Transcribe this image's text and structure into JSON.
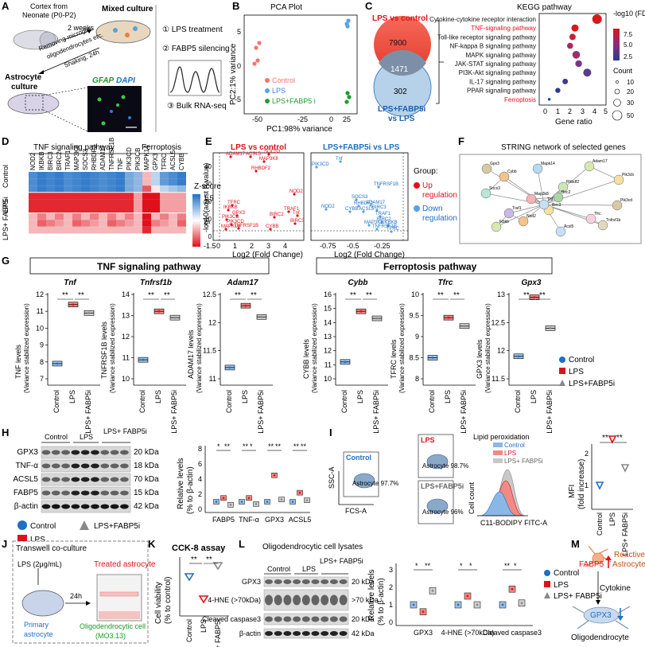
{
  "panels": {
    "A": "A",
    "B": "B",
    "C": "C",
    "D": "D",
    "E": "E",
    "F": "F",
    "G": "G",
    "H": "H",
    "I": "I",
    "J": "J",
    "K": "K",
    "L": "L",
    "M": "M"
  },
  "A": {
    "source": "Cortex from",
    "source2": "Neonate (P0-P2)",
    "time": "2 weeks",
    "mixed": "Mixed culture",
    "removing": "Removing microglia,",
    "removing2": "oligodendrocytes etc.",
    "shaking": "Shaking, 24h",
    "astro": "Astrocyte",
    "astro2": "culture",
    "gfap": "GFAP",
    "dapi": "DAPI",
    "step1": "① LPS treatment",
    "step2": "② FABP5 silencing",
    "step3": "③ Bulk RNA-seq"
  },
  "B": {
    "title": "PCA Plot",
    "xlabel": "PC1:98% variance",
    "ylabel": "PC2:1% variance",
    "legend": [
      "Control",
      "LPS",
      "LPS+FABP5 i"
    ]
  },
  "C": {
    "venn_top": "LPS vs control",
    "venn_bottom": "LPS+FABP5i",
    "venn_bottom2": "vs LPS",
    "n_top": "7900",
    "n_overlap": "1471",
    "n_bottom": "302",
    "title": "KEGG pathway",
    "xlabel": "Gene ratio",
    "legend_fdr": "-log10 (FDR)",
    "legend_count": "Count"
  },
  "D": {
    "header1": "TNF signaling pathway",
    "header2": "Ferroptosis",
    "genes": [
      "NOD2",
      "IKBKB",
      "BIRC3",
      "BIRC2",
      "TRAF1",
      "MAP3K8",
      "SOCS3",
      "RHBDF2",
      "ADAM17",
      "TNFRSF1B",
      "TNF",
      "PIK3CD",
      "PIK3CB",
      "MAPK14",
      "GPX3",
      "TFRC",
      "ACSL5",
      "CYBB"
    ],
    "groups": [
      "Control",
      "LPS",
      "LPS+ FABP5i"
    ],
    "legend_title": "Z-score",
    "legend_ticks": [
      "1.5",
      "2",
      "-1.5"
    ]
  },
  "E": {
    "title1": "LPS vs control",
    "title2": "LPS+FABP5i vs LPS",
    "ylabel": "-log10(adjust P value)",
    "xlabel": "Log2 (Fold Change)",
    "group_title": "Group:",
    "up": "Up",
    "up2": "regulation",
    "down": "Down",
    "down2": "regulation",
    "labels1": [
      "SOCS3",
      "ADAM17",
      "ACSL5",
      "MAP3K8",
      "RHBDF2",
      "TFRC",
      "IKBKB",
      "GPX3",
      "PIK3CB",
      "PIK3CD",
      "BIRC2",
      "TRAF1",
      "NOD2",
      "Tnf",
      "BIRC3",
      "MAPK14",
      "TNFRSF1B",
      "CYBB"
    ],
    "labels2": [
      "Tnf",
      "PIK3CD",
      "TNFRSF1B",
      "SOCS3",
      "RHBDF2",
      "NOD2",
      "ADAM17",
      "CYBB",
      "ACSL5",
      "BIRC3",
      "TRAF1",
      "BIRC2",
      "MAP3K8",
      "IKBKB",
      "TNFRSF1B",
      "TFRC"
    ],
    "ticks1x": [
      "0",
      "1",
      "2",
      "3",
      "4"
    ],
    "ticks2x": [
      "-0.75",
      "-0.5",
      "-0.25"
    ],
    "ticksy": [
      "0",
      "10",
      "20",
      "30",
      "40"
    ]
  },
  "F": {
    "title": "STRING network of selected genes",
    "nodes": [
      "Gpx3",
      "Mapk14",
      "Cybb",
      "Adam17",
      "Rhbdf2",
      "Birc2",
      "Map3k8",
      "Birc3",
      "Tnf",
      "Nod2",
      "Traf1",
      "Ikbkb",
      "Socs3",
      "Tfrc",
      "Pik3cd",
      "Pik3cb",
      "Acsl5",
      "Tnfrsf1b"
    ]
  },
  "G": {
    "header1": "TNF signaling pathway",
    "header2": "Ferroptosis pathway",
    "charts": [
      {
        "title": "Tnf",
        "ylabel": "TNF levels",
        "ticks": [
          "7",
          "8",
          "9",
          "10",
          "11",
          "12"
        ],
        "values": [
          7.9,
          11.4,
          10.9
        ]
      },
      {
        "title": "Tnfrsf1b",
        "ylabel": "TNFRSF1B levels",
        "ticks": [
          "10",
          "11",
          "12",
          "13",
          "14"
        ],
        "values": [
          10.9,
          13.2,
          12.9
        ]
      },
      {
        "title": "Adam17",
        "ylabel": "ADAM17 levels",
        "ticks": [
          "11",
          "11.5",
          "12",
          "12.5"
        ],
        "values": [
          11.2,
          12.3,
          12.1
        ]
      },
      {
        "title": "Cybb",
        "ylabel": "CYBB levels",
        "ticks": [
          "10",
          "11",
          "12",
          "13",
          "14",
          "15",
          "16"
        ],
        "values": [
          11.2,
          14.8,
          14.3
        ]
      },
      {
        "title": "Tfrc",
        "ylabel": "TFRC levels",
        "ticks": [
          "8",
          "8.5",
          "9",
          "9.5",
          "10"
        ],
        "values": [
          8.5,
          9.45,
          9.25
        ]
      },
      {
        "title": "Gpx3",
        "ylabel": "GPX3 levels",
        "ticks": [
          "11.5",
          "12",
          "12.5",
          "13"
        ],
        "values": [
          11.9,
          12.95,
          12.4
        ]
      }
    ],
    "ylabel_unit": "(Variance stabilized expression)",
    "xcats": [
      "Control",
      "LPS",
      "LPS+ FABP5i"
    ],
    "sig": "**",
    "legend": [
      "Control",
      "LPS",
      "LPS+FABP5i"
    ]
  },
  "H": {
    "groups": [
      "Control",
      "LPS",
      "LPS+ FABP5i"
    ],
    "bands": [
      {
        "name": "GPX3",
        "kda": "20 kDa"
      },
      {
        "name": "TNF-α",
        "kda": "18 kDa"
      },
      {
        "name": "ACSL5",
        "kda": "70 kDa"
      },
      {
        "name": "FABP5",
        "kda": "15 kDa"
      },
      {
        "name": "β-actin",
        "kda": "42 kDa"
      }
    ],
    "ylabel": "Relative levels",
    "ylabel2": "(% to β-actin)",
    "xcats": [
      "FABP5",
      "TNF-α",
      "GPX3",
      "ACSL5"
    ],
    "ticks": [
      "0",
      "2",
      "4",
      "6",
      "8"
    ],
    "legend": [
      "Control",
      "LPS",
      "LPS+FABP5i"
    ],
    "sigs": [
      "*",
      "**",
      "**",
      "*",
      "**",
      "**",
      "**",
      "**"
    ],
    "data": {
      "Control": [
        1.0,
        1.0,
        1.0,
        1.0
      ],
      "LPS": [
        1.5,
        1.5,
        4.5,
        2.2
      ],
      "LPS+FABP5i": [
        0.6,
        0.7,
        1.3,
        1.2
      ]
    }
  },
  "I": {
    "flow1": "Control",
    "flow2": "LPS",
    "flow3": "LPS+FABP5i",
    "pct1": "Astrocyte 97.7%",
    "pct2": "Astrocyte 98.7%",
    "pct3": "Astrocyte 96%",
    "ssc": "SSC-A",
    "fcs": "FCS-A",
    "lipid": "Lipid peroxidation",
    "count": "Cell count",
    "c11": "C11-BODIPY FITC-A",
    "legend": [
      "Control",
      "LPS",
      "LPS+ FABP5i"
    ],
    "mfi": "MFI",
    "mfi2": "(fold increase)",
    "ticks": [
      "1",
      "2"
    ],
    "xcats": [
      "Control",
      "LPS",
      "LPS+ FABP5i"
    ],
    "values": [
      1.0,
      2.45,
      1.55
    ]
  },
  "J": {
    "title": "Transwell co-culture",
    "lps": "LPS (2μg/mL)",
    "time": "24h",
    "treated": "Treated astrocyte",
    "primary": "Primary",
    "primary2": "astrocyte",
    "oligo": "Oligodendrocytic cell",
    "oligo2": "(MO3.13)"
  },
  "K": {
    "title": "CCK-8 assay",
    "ylabel": "Cell viability",
    "ylabel2": "(% to control)",
    "xcats": [
      "Control",
      "LPS",
      "LPS+ FABP5i"
    ],
    "values": [
      0.87,
      0.83,
      0.89
    ]
  },
  "L": {
    "title": "Oligodendrocytic cell lysates",
    "groups": [
      "Control",
      "LPS",
      "LPS+ FABP5i"
    ],
    "bands": [
      {
        "name": "GPX3",
        "kda": "20 kDa"
      },
      {
        "name": "4-HNE (>70kDa)",
        "kda": ">70 kDa"
      },
      {
        "name": "Cleaved caspase3",
        "kda": "20 kDa"
      },
      {
        "name": "β-actin",
        "kda": "42 kDa"
      }
    ],
    "ylabel": "Relative levels",
    "ylabel2": "(% to β-actin)",
    "ticks": [
      "0",
      "1",
      "2",
      "3"
    ],
    "xcats": [
      "GPX3",
      "4-HNE (>70kDa)",
      "Cleaved caspase3"
    ],
    "legend": [
      "Control",
      "LPS",
      "LPS+ FABP5i"
    ],
    "data": {
      "Control": [
        1.0,
        1.0,
        1.0
      ],
      "LPS": [
        0.6,
        1.5,
        1.9
      ],
      "LPS+FABP5i": [
        1.8,
        1.0,
        1.1
      ]
    }
  },
  "M": {
    "fabp5": "FABP5",
    "reactive": "Reactive",
    "reactive2": "Astrocyte",
    "cytokine": "Cytokine",
    "gpx3": "GPX3",
    "oligo": "Oligodendrocyte"
  },
  "colors": {
    "control": "#1f6fc5",
    "lps": "#e0101a",
    "fabp5i": "#888888"
  }
}
